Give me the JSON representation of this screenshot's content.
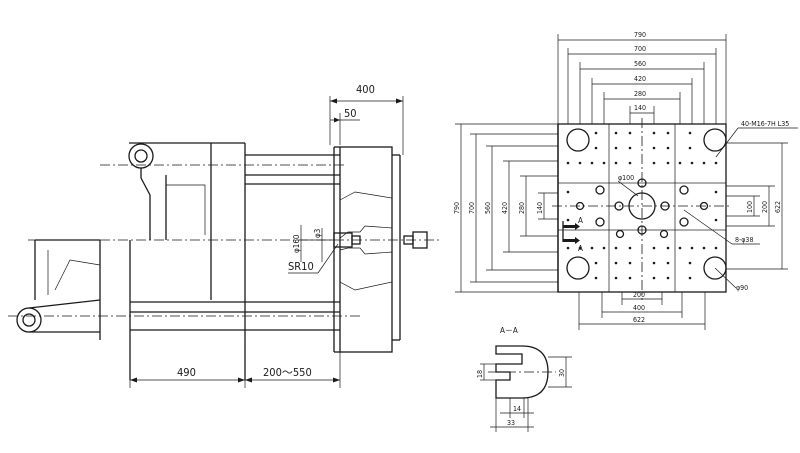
{
  "side_view": {
    "dim_400": "400",
    "dim_50": "50",
    "dim_160": "φ160",
    "dim_3": "φ3",
    "dim_sr10": "SR10",
    "dim_490": "490",
    "dim_200_550": "200～550"
  },
  "platen_view": {
    "top_dims": [
      "790",
      "700",
      "560",
      "420",
      "280",
      "140"
    ],
    "left_dims": [
      "790",
      "700",
      "560",
      "420",
      "280",
      "140"
    ],
    "right_dims": [
      "100",
      "200",
      "622"
    ],
    "bottom_dims": [
      "200",
      "400",
      "622"
    ],
    "tapped_holes": "40-M16-7H L35",
    "center_hole": "φ100",
    "holes_8": "8-φ38",
    "corner_hole": "φ90",
    "section_mark": "A"
  },
  "section_view": {
    "title": "A－A",
    "dim_18": "18",
    "dim_30": "30",
    "dim_14": "14",
    "dim_33": "33"
  }
}
